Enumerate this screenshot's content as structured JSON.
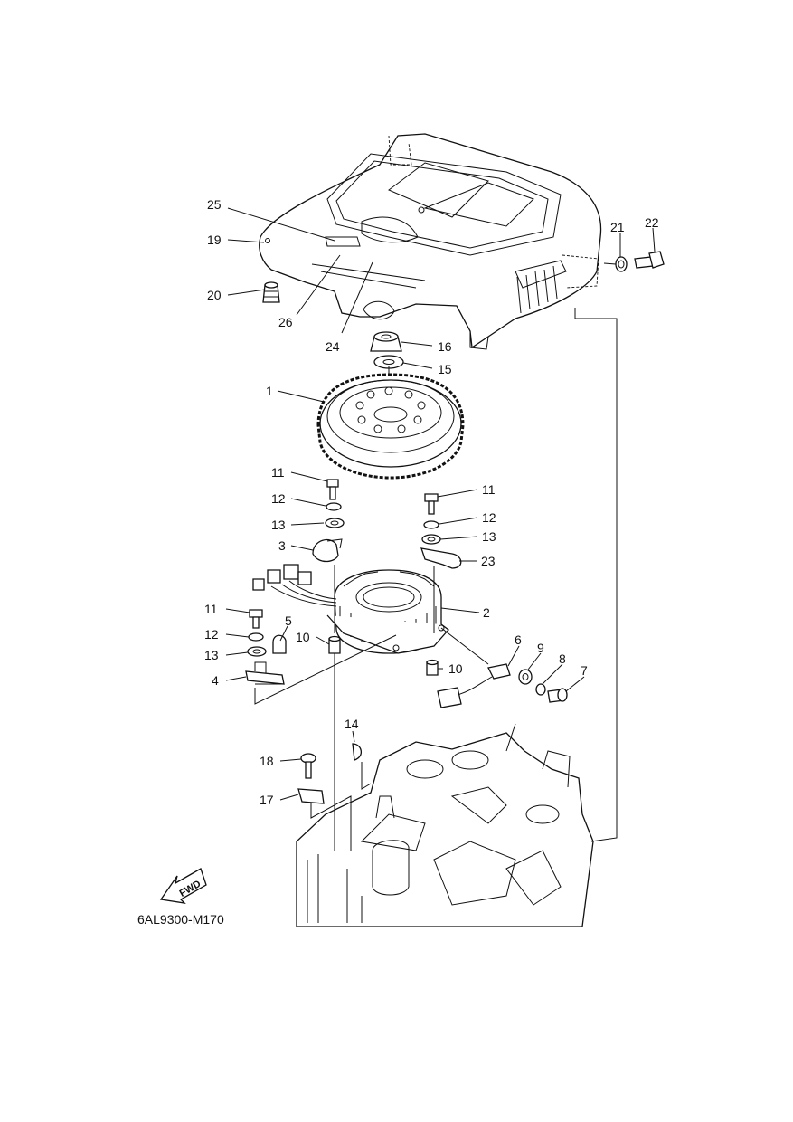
{
  "diagram": {
    "code": "6AL9300-M170",
    "fwd_label": "FWD",
    "callouts": [
      {
        "id": "c25",
        "label": "25"
      },
      {
        "id": "c19",
        "label": "19"
      },
      {
        "id": "c20",
        "label": "20"
      },
      {
        "id": "c26",
        "label": "26"
      },
      {
        "id": "c24",
        "label": "24"
      },
      {
        "id": "c21",
        "label": "21"
      },
      {
        "id": "c22",
        "label": "22"
      },
      {
        "id": "c16",
        "label": "16"
      },
      {
        "id": "c15",
        "label": "15"
      },
      {
        "id": "c1",
        "label": "1"
      },
      {
        "id": "c11a",
        "label": "11"
      },
      {
        "id": "c12a",
        "label": "12"
      },
      {
        "id": "c13a",
        "label": "13"
      },
      {
        "id": "c3",
        "label": "3"
      },
      {
        "id": "c11b",
        "label": "11"
      },
      {
        "id": "c12b",
        "label": "12"
      },
      {
        "id": "c13b",
        "label": "13"
      },
      {
        "id": "c23",
        "label": "23"
      },
      {
        "id": "c2",
        "label": "2"
      },
      {
        "id": "c11c",
        "label": "11"
      },
      {
        "id": "c5",
        "label": "5"
      },
      {
        "id": "c12c",
        "label": "12"
      },
      {
        "id": "c10a",
        "label": "10"
      },
      {
        "id": "c13c",
        "label": "13"
      },
      {
        "id": "c4",
        "label": "4"
      },
      {
        "id": "c10b",
        "label": "10"
      },
      {
        "id": "c6",
        "label": "6"
      },
      {
        "id": "c9",
        "label": "9"
      },
      {
        "id": "c8",
        "label": "8"
      },
      {
        "id": "c7",
        "label": "7"
      },
      {
        "id": "c14",
        "label": "14"
      },
      {
        "id": "c18",
        "label": "18"
      },
      {
        "id": "c17",
        "label": "17"
      }
    ]
  }
}
